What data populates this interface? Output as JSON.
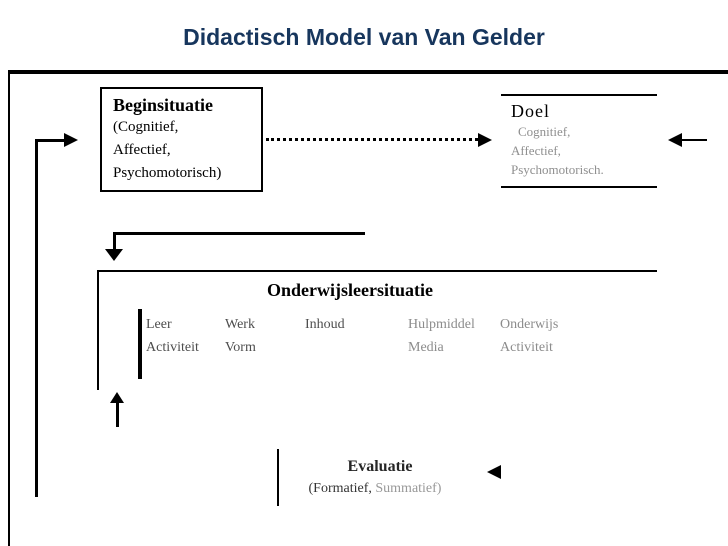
{
  "title": "Didactisch Model van Van Gelder",
  "colors": {
    "title": "#17365D",
    "ink": "#000000",
    "faded": "#8f8f8f"
  },
  "beginsituatie": {
    "heading": "Beginsituatie",
    "line1": "(Cognitief,",
    "line2": "Affectief,",
    "line3": "Psychomotorisch)"
  },
  "doel": {
    "heading": "Doel",
    "line1": "Cognitief,",
    "line2": "Affectief,",
    "line3": "Psychomotorisch."
  },
  "onderwijsleersituatie": {
    "heading": "Onderwijsleersituatie",
    "columns": [
      {
        "line1": "Leer",
        "line2": "Activiteit"
      },
      {
        "line1": "Werk",
        "line2": "Vorm"
      },
      {
        "line1": "Inhoud",
        "line2": ""
      },
      {
        "line1": "Hulpmiddel",
        "line2": "Media"
      },
      {
        "line1": "Onderwijs",
        "line2": "Activiteit"
      }
    ]
  },
  "evaluatie": {
    "heading": "Evaluatie",
    "sub_dark": "(Formatief,",
    "sub_faded": "Summatief)"
  }
}
